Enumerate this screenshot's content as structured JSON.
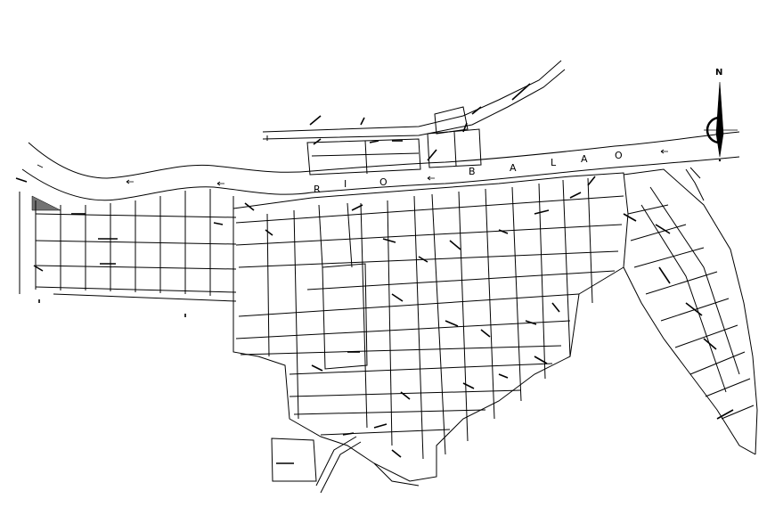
{
  "river": {
    "label_letters": [
      "R",
      "I",
      "O",
      "B",
      "A",
      "L",
      "A",
      "O"
    ]
  },
  "compass": {
    "north_letter": "N"
  },
  "colors": {
    "background": "#ffffff",
    "lines": "#000000"
  }
}
